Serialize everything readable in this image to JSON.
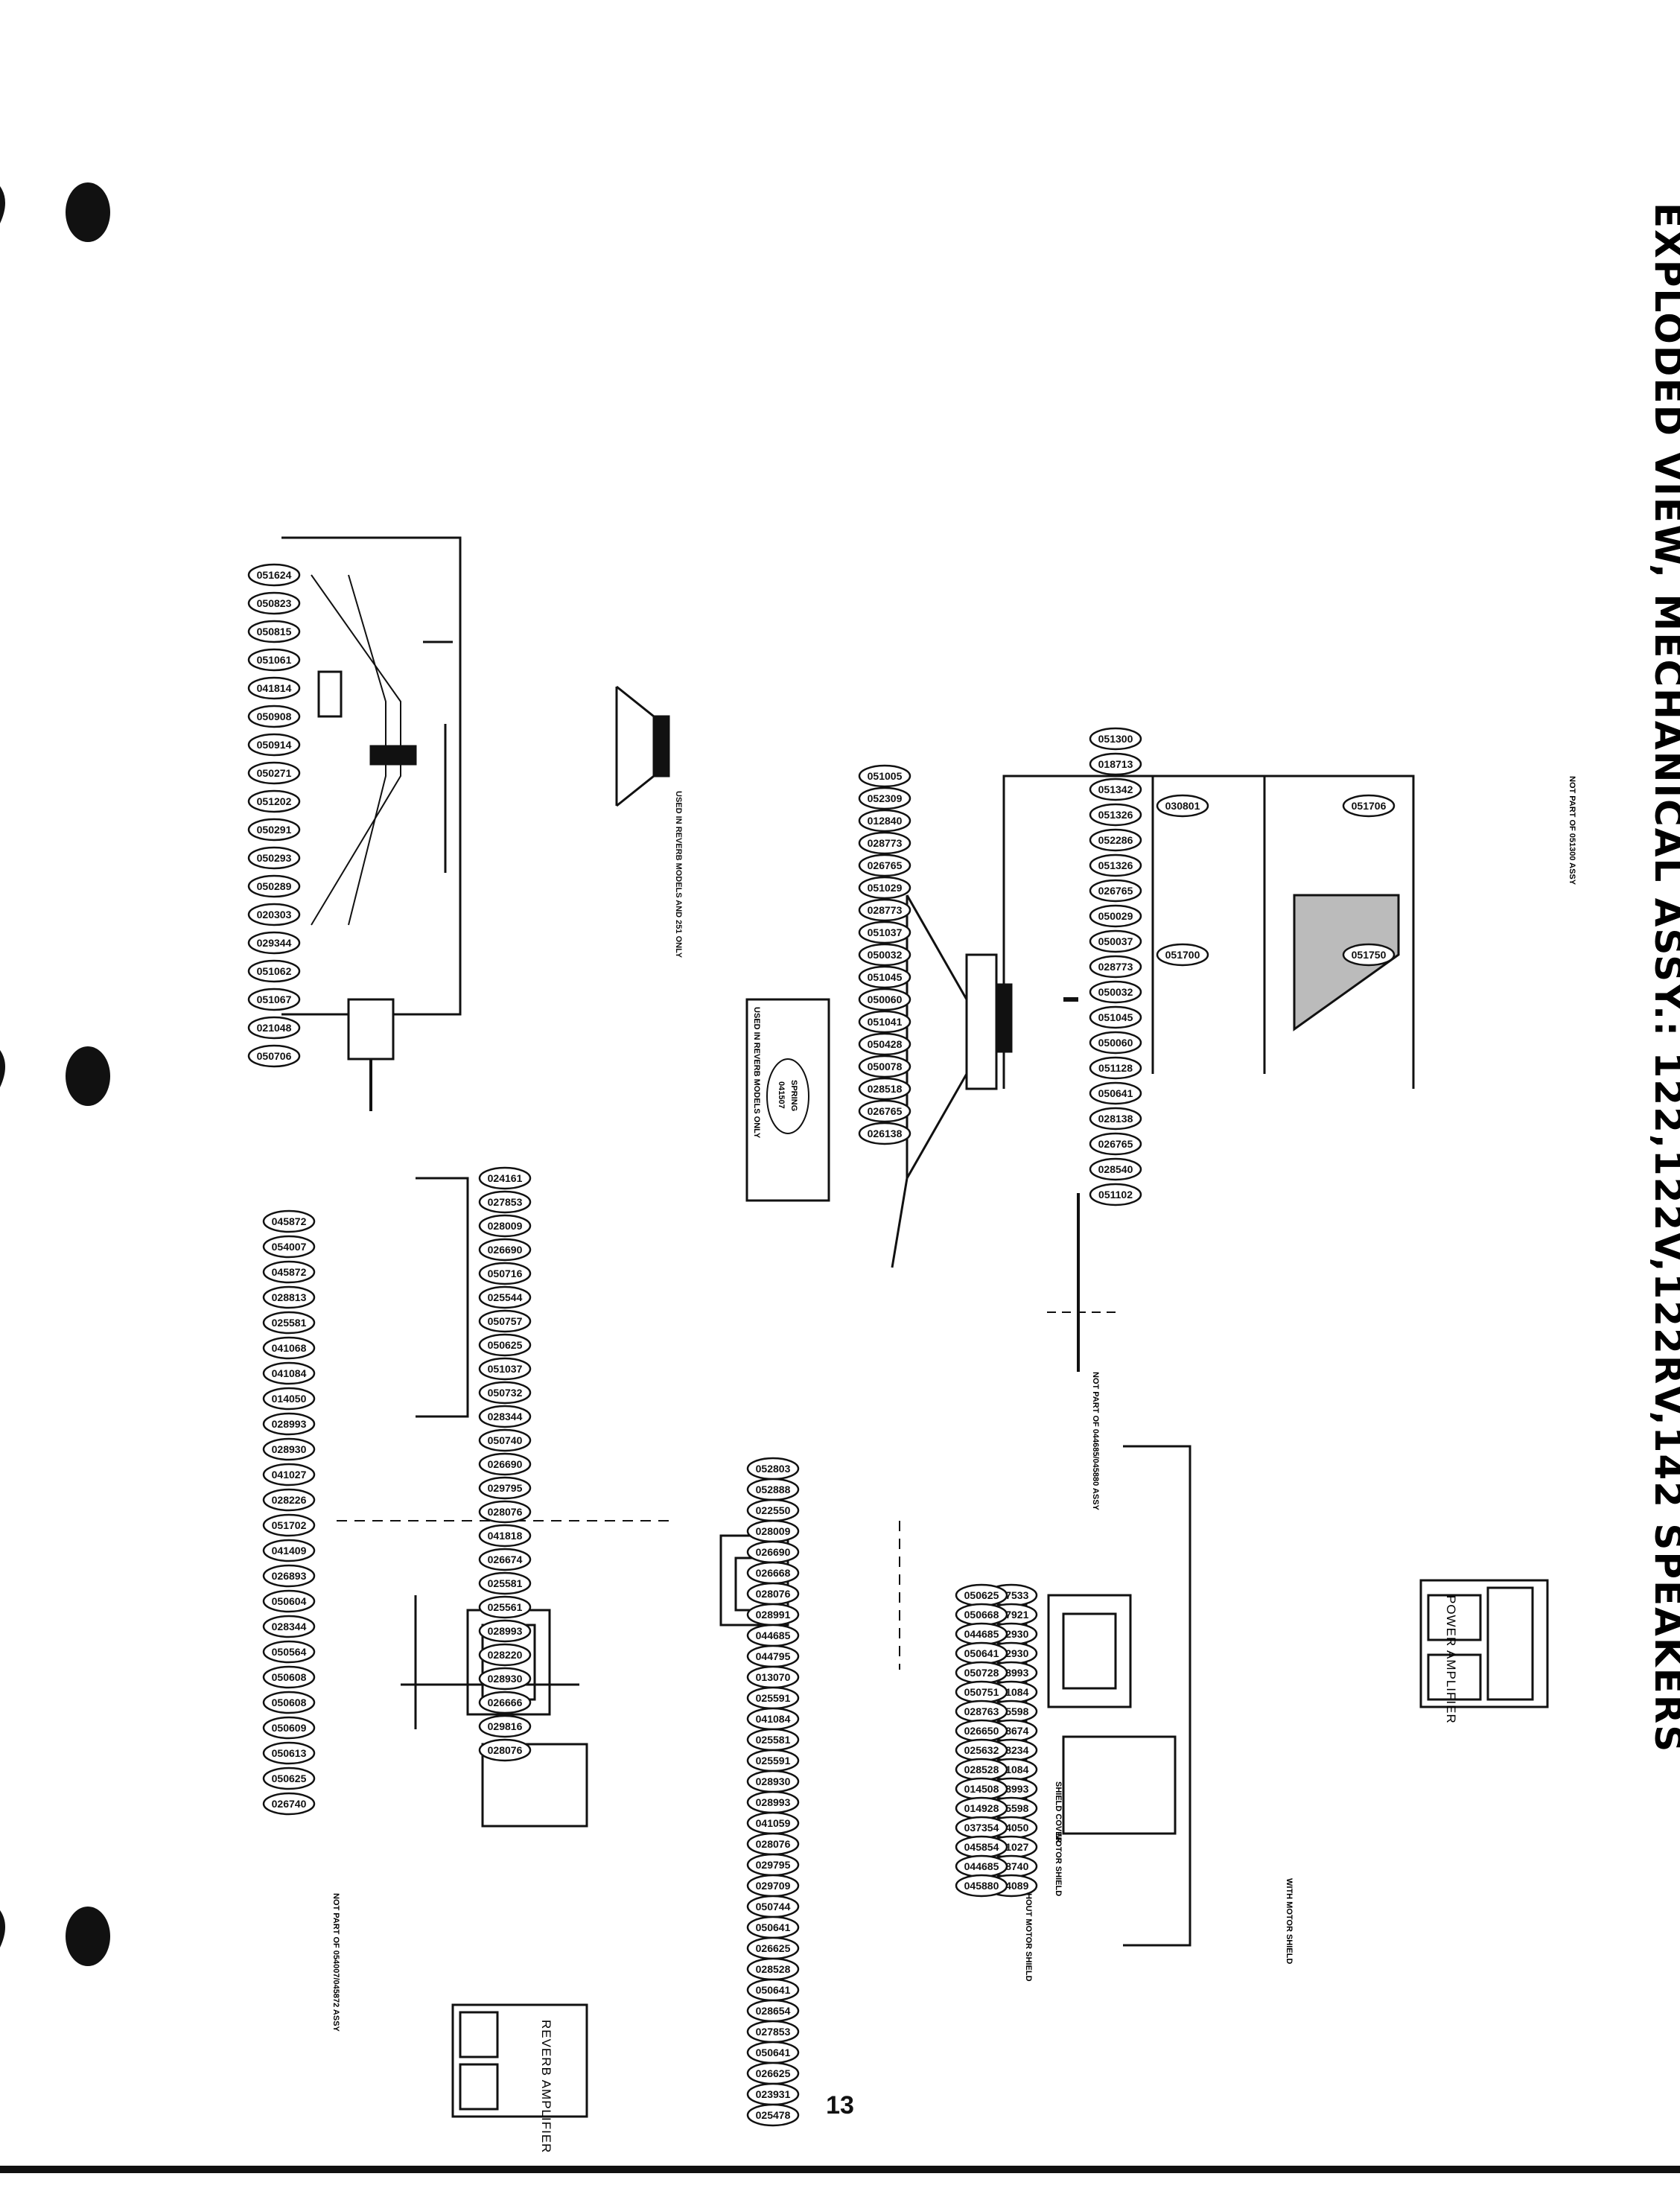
{
  "title": "EXPLODED VIEW, MECHANICAL ASSY.: 122,122V,122RV,142 SPEAKERS",
  "page_number": "13",
  "boxes": {
    "reverb_amplifier": "REVERB AMPLIFIER",
    "power_amplifier": "POWER AMPLIFIER"
  },
  "notes": {
    "spring": "SPRING",
    "spring_part": "041507",
    "spring_note": "USED IN REVERB MODELS ONLY",
    "speaker_note": "USED IN REVERB MODELS AND 251 ONLY",
    "not_part_top": "NOT PART OF 054007/045872 ASSY",
    "not_part_mid": "NOT PART OF 044685/045880 ASSY",
    "not_part_right": "NOT PART OF 051300 ASSY",
    "without_motor_shield": "WITHOUT MOTOR SHIELD",
    "with_motor_shield": "WITH MOTOR SHIELD",
    "shield_cover": "SHIELD COVER",
    "motor_shield": "MOTOR SHIELD"
  },
  "labels": {
    "top_rotor": [
      "051624",
      "050823",
      "050815",
      "051061",
      "041814",
      "050908",
      "050914",
      "050271",
      "051202",
      "050291",
      "050293",
      "050289",
      "020303",
      "029344",
      "051062",
      "051067",
      "021048",
      "050706"
    ],
    "upper_motor": [
      "024161",
      "027853",
      "028009",
      "026690",
      "050716",
      "025544",
      "050757",
      "050625",
      "051037",
      "050732",
      "028344",
      "050740",
      "026690",
      "029795",
      "028076",
      "041818",
      "026674",
      "025581",
      "025561",
      "028993",
      "028220",
      "028930",
      "026666",
      "029816",
      "028076"
    ],
    "upper_left_column": [
      "026740",
      "050625",
      "050613",
      "050609",
      "050608",
      "050608",
      "050564",
      "028344",
      "050604",
      "026893",
      "041409",
      "051702",
      "028226",
      "041027",
      "028930",
      "028993",
      "014050",
      "041084",
      "041068",
      "025581",
      "028813",
      "045872",
      "054007",
      "045872"
    ],
    "lower_motor": [
      "052803",
      "052888",
      "022550",
      "028009",
      "026690",
      "026668",
      "028076",
      "028991",
      "044685",
      "044795",
      "013070",
      "025591",
      "041084",
      "025581",
      "025591",
      "028930",
      "028993",
      "041059",
      "028076",
      "029795",
      "029709",
      "050744",
      "050641",
      "026625",
      "028528",
      "050641",
      "028654",
      "027853",
      "050641",
      "026625",
      "023931",
      "025478"
    ],
    "lower_left_column": [
      "017533",
      "017921",
      "012930",
      "012930",
      "028993",
      "041084",
      "025598",
      "028674",
      "028234",
      "041084",
      "028993",
      "025598",
      "014050",
      "041027",
      "028740",
      "014089",
      "050625",
      "050668",
      "044685",
      "050641",
      "050728",
      "050751",
      "028763",
      "026650",
      "025632",
      "028528",
      "014508",
      "014928",
      "037354",
      "045854",
      "044685",
      "045880"
    ],
    "woofer": [
      "051005",
      "052309",
      "012840",
      "028773",
      "026765",
      "051029",
      "028773",
      "051037",
      "050032",
      "051045",
      "050060",
      "051041",
      "050428",
      "050078",
      "028518",
      "026765",
      "026138"
    ],
    "reflector": [
      "051706",
      "051750",
      "030801",
      "051700"
    ],
    "lower_right": [
      "051300",
      "018713",
      "051342",
      "051326",
      "052286",
      "051326",
      "026765",
      "050029",
      "050037",
      "028773",
      "050032",
      "051045",
      "050060",
      "051128",
      "050641",
      "028138",
      "026765",
      "028540",
      "051102"
    ]
  }
}
